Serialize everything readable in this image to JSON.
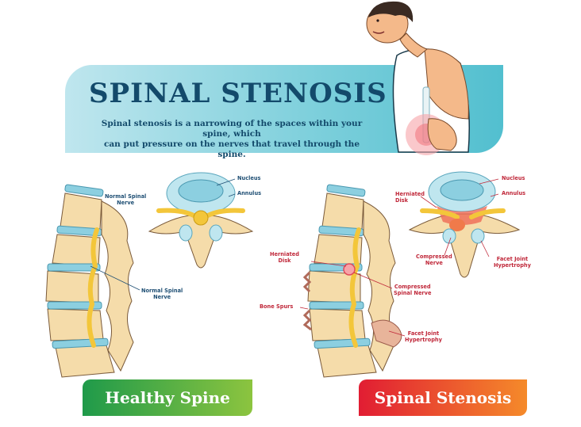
{
  "header": {
    "title": "SPINAL STENOSIS",
    "description_line1": "Spinal stenosis is a narrowing of the spaces within your spine, which",
    "description_line2": "can put pressure on the nerves that travel through the spine."
  },
  "healthy": {
    "label_nucleus": "Nucleus",
    "label_annulus": "Annulus",
    "label_normal_nerve_top_1": "Normal Spinal",
    "label_normal_nerve_top_2": "Nerve",
    "label_normal_nerve_side_1": "Normal Spinal",
    "label_normal_nerve_side_2": "Nerve",
    "button_label": "Healthy Spine"
  },
  "stenosis": {
    "label_nucleus": "Nucleus",
    "label_annulus": "Annulus",
    "label_herniated_top_1": "Herniated",
    "label_herniated_top_2": "Disk",
    "label_compressed_top_1": "Compressed",
    "label_compressed_top_2": "Nerve",
    "label_facet_top_1": "Facet Joint",
    "label_facet_top_2": "Hypertrophy",
    "label_herniated_side_1": "Herniated",
    "label_herniated_side_2": "Disk",
    "label_compressed_side_1": "Compressed",
    "label_compressed_side_2": "Spinal Nerve",
    "label_bone_spurs": "Bone Spurs",
    "label_facet_side_1": "Facet Joint",
    "label_facet_side_2": "Hypertrophy",
    "button_label": "Spinal Stenosis"
  },
  "colors": {
    "title": "#134a6b",
    "banner": "#7fd0dc",
    "bone": "#f5dcaa",
    "disk": "#8ccfe0",
    "nerve": "#f3c63a",
    "healthy_button": "#1f9a4a",
    "stenosis_button": "#e11d33",
    "label_blue": "#1f4f74",
    "label_red": "#c0283a"
  }
}
